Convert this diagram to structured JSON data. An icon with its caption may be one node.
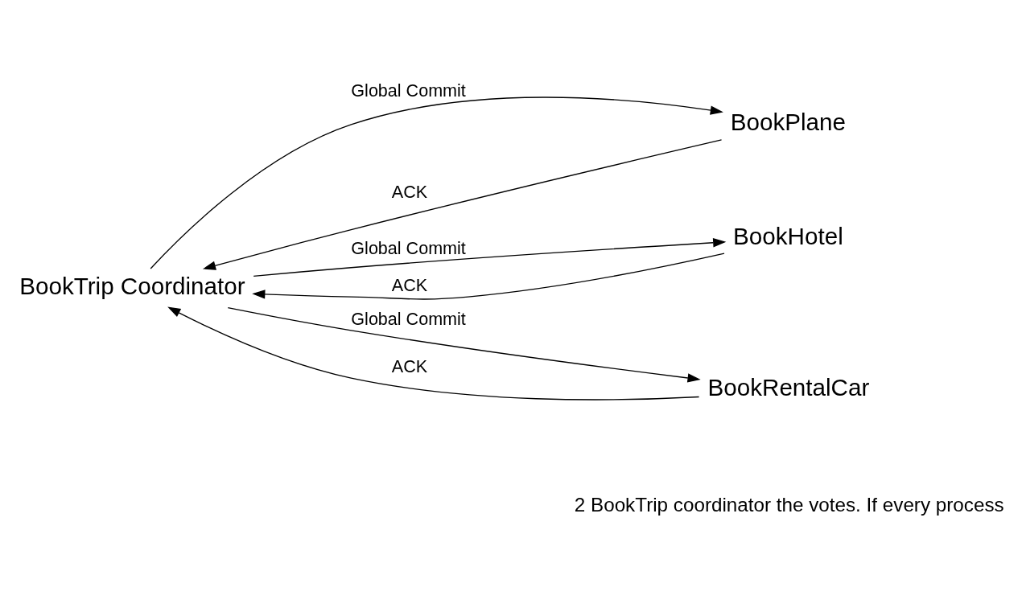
{
  "diagram": {
    "nodes": [
      {
        "text": [
          "BookTrip Coordinator"
        ]
      },
      {
        "text": [
          "BookPlane"
        ]
      },
      {
        "text": [
          "BookHotel"
        ]
      },
      {
        "text": [
          "BookRentalCar"
        ]
      }
    ],
    "edges": [
      {
        "from": 0,
        "to": 1,
        "arrow": "to",
        "label": "Global Commit"
      },
      {
        "from": 1,
        "to": 0,
        "arrow": "to",
        "label": "ACK"
      },
      {
        "from": 0,
        "to": 2,
        "arrow": "to",
        "label": "Global Commit"
      },
      {
        "from": 2,
        "to": 0,
        "arrow": "to",
        "label": "ACK"
      },
      {
        "from": 0,
        "to": 3,
        "arrow": "to",
        "label": "Global Commit"
      },
      {
        "from": 3,
        "to": 0,
        "arrow": "to",
        "label": "ACK"
      }
    ],
    "labels": [
      "2 BookTrip coordinator the votes. If every process"
    ]
  }
}
